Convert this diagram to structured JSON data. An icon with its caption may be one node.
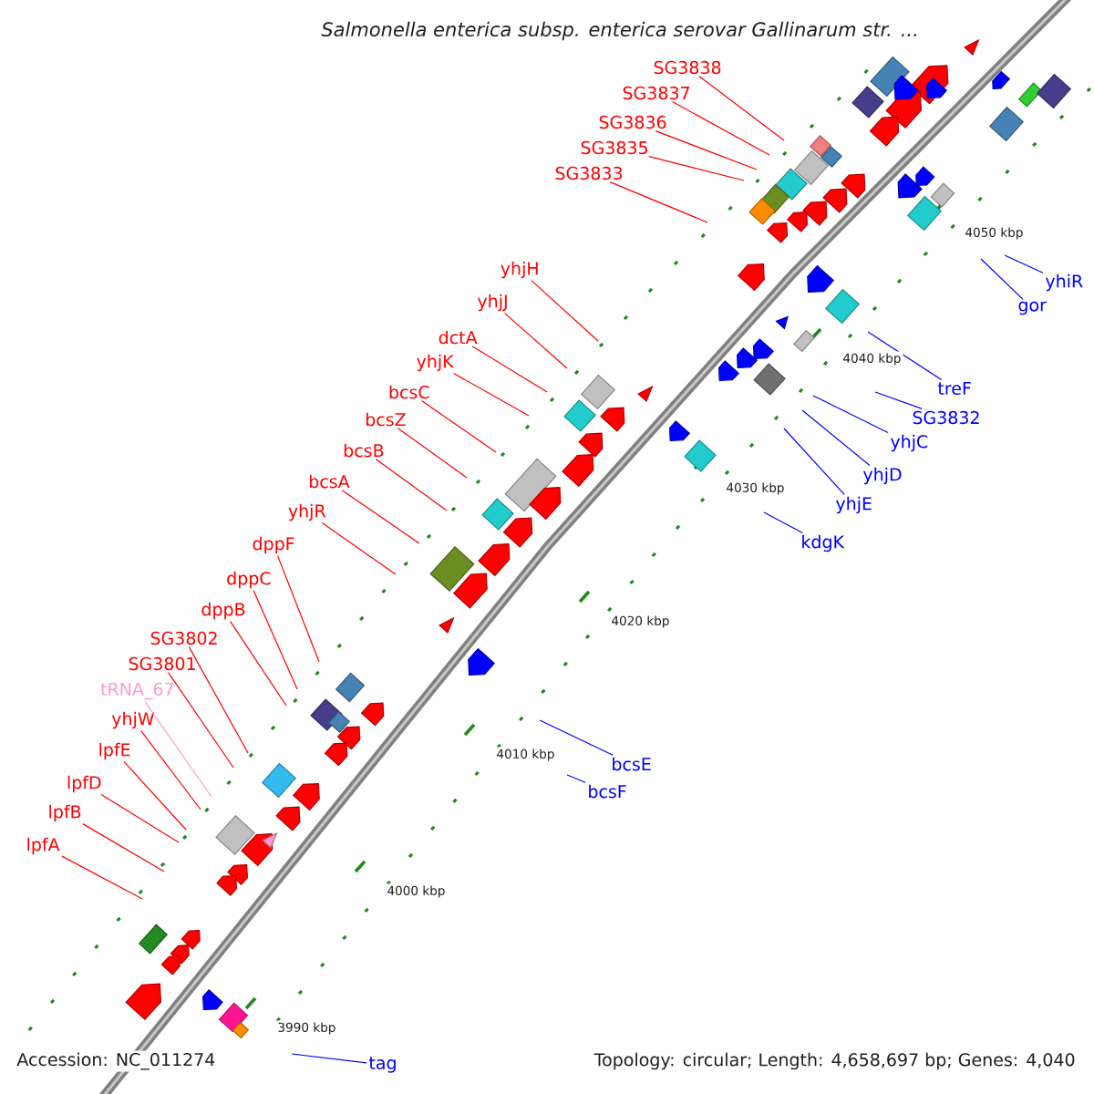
{
  "diagram": {
    "title": "Salmonella enterica subsp. enterica serovar Gallinarum str. ...",
    "nodes": [
      {
        "text": [
          "SG3838"
        ]
      },
      {
        "text": [
          "SG3837"
        ]
      },
      {
        "text": [
          "SG3836"
        ]
      },
      {
        "text": [
          "SG3835"
        ]
      },
      {
        "text": [
          "SG3833"
        ]
      },
      {
        "text": [
          "yhjH"
        ]
      },
      {
        "text": [
          "yhjJ"
        ]
      },
      {
        "text": [
          "dctA"
        ]
      },
      {
        "text": [
          "yhjK"
        ]
      },
      {
        "text": [
          "bcsC"
        ]
      },
      {
        "text": [
          "bcsZ"
        ]
      },
      {
        "text": [
          "bcsB"
        ]
      },
      {
        "text": [
          "bcsA"
        ]
      },
      {
        "text": [
          "yhjR"
        ]
      },
      {
        "text": [
          "dppF"
        ]
      },
      {
        "text": [
          "dppC"
        ]
      },
      {
        "text": [
          "dppB"
        ]
      },
      {
        "text": [
          "SG3802"
        ]
      },
      {
        "text": [
          "SG3801"
        ]
      },
      {
        "text": [
          "tRNA_67"
        ]
      },
      {
        "text": [
          "yhjW"
        ]
      },
      {
        "text": [
          "lpfE"
        ]
      },
      {
        "text": [
          "lpfD"
        ]
      },
      {
        "text": [
          "lpfB"
        ]
      },
      {
        "text": [
          "lpfA"
        ]
      },
      {
        "text": [
          "yhiR"
        ]
      },
      {
        "text": [
          "gor"
        ]
      },
      {
        "text": [
          "treF"
        ]
      },
      {
        "text": [
          "SG3832"
        ]
      },
      {
        "text": [
          "yhjC"
        ]
      },
      {
        "text": [
          "yhjD"
        ]
      },
      {
        "text": [
          "yhjE"
        ]
      },
      {
        "text": [
          "kdgK"
        ]
      },
      {
        "text": [
          "bcsE"
        ]
      },
      {
        "text": [
          "bcsF"
        ]
      },
      {
        "text": [
          "tag"
        ]
      }
    ],
    "edges": [
      {
        "from": 0,
        "to": null,
        "arrow": "none"
      },
      {
        "from": 1,
        "to": null,
        "arrow": "none"
      },
      {
        "from": 2,
        "to": null,
        "arrow": "none"
      },
      {
        "from": 3,
        "to": null,
        "arrow": "none"
      },
      {
        "from": 4,
        "to": null,
        "arrow": "none"
      },
      {
        "from": 5,
        "to": null,
        "arrow": "none"
      },
      {
        "from": 6,
        "to": null,
        "arrow": "none"
      },
      {
        "from": 7,
        "to": null,
        "arrow": "none"
      },
      {
        "from": 8,
        "to": null,
        "arrow": "none"
      },
      {
        "from": 9,
        "to": null,
        "arrow": "none"
      },
      {
        "from": 10,
        "to": null,
        "arrow": "none"
      },
      {
        "from": 11,
        "to": null,
        "arrow": "none"
      },
      {
        "from": 12,
        "to": null,
        "arrow": "none"
      },
      {
        "from": 13,
        "to": null,
        "arrow": "none"
      },
      {
        "from": 14,
        "to": null,
        "arrow": "none"
      },
      {
        "from": 15,
        "to": null,
        "arrow": "none"
      },
      {
        "from": 16,
        "to": null,
        "arrow": "none"
      },
      {
        "from": 17,
        "to": null,
        "arrow": "none"
      },
      {
        "from": 18,
        "to": null,
        "arrow": "none"
      },
      {
        "from": 19,
        "to": null,
        "arrow": "none",
        "color": "#ff99cc"
      },
      {
        "from": 20,
        "to": null,
        "arrow": "none"
      },
      {
        "from": 21,
        "to": null,
        "arrow": "none"
      },
      {
        "from": 22,
        "to": null,
        "arrow": "none"
      },
      {
        "from": 23,
        "to": null,
        "arrow": "none"
      },
      {
        "from": 24,
        "to": null,
        "arrow": "none"
      },
      {
        "from": 25,
        "to": null,
        "arrow": "none",
        "color": "#0000ff"
      },
      {
        "from": 26,
        "to": null,
        "arrow": "none",
        "color": "#0000ff"
      },
      {
        "from": 27,
        "to": null,
        "arrow": "none",
        "color": "#0000ff"
      },
      {
        "from": 28,
        "to": null,
        "arrow": "none",
        "color": "#0000ff"
      },
      {
        "from": 29,
        "to": null,
        "arrow": "none",
        "color": "#0000ff"
      },
      {
        "from": 30,
        "to": null,
        "arrow": "none",
        "color": "#0000ff"
      },
      {
        "from": 31,
        "to": null,
        "arrow": "none",
        "color": "#0000ff"
      },
      {
        "from": 32,
        "to": null,
        "arrow": "none",
        "color": "#0000ff"
      },
      {
        "from": 33,
        "to": null,
        "arrow": "none",
        "color": "#0000ff"
      },
      {
        "from": 34,
        "to": null,
        "arrow": "none",
        "color": "#0000ff"
      },
      {
        "from": 35,
        "to": null,
        "arrow": "none",
        "color": "#0000ff"
      }
    ],
    "labels": [
      "4050 kbp",
      "4040 kbp",
      "4030 kbp",
      "4020 kbp",
      "4010 kbp",
      "4000 kbp",
      "3990 kbp",
      "Accession: NC_011274",
      "Topology: circular; Length: 4,658,697 bp; Genes: 4,040"
    ]
  }
}
